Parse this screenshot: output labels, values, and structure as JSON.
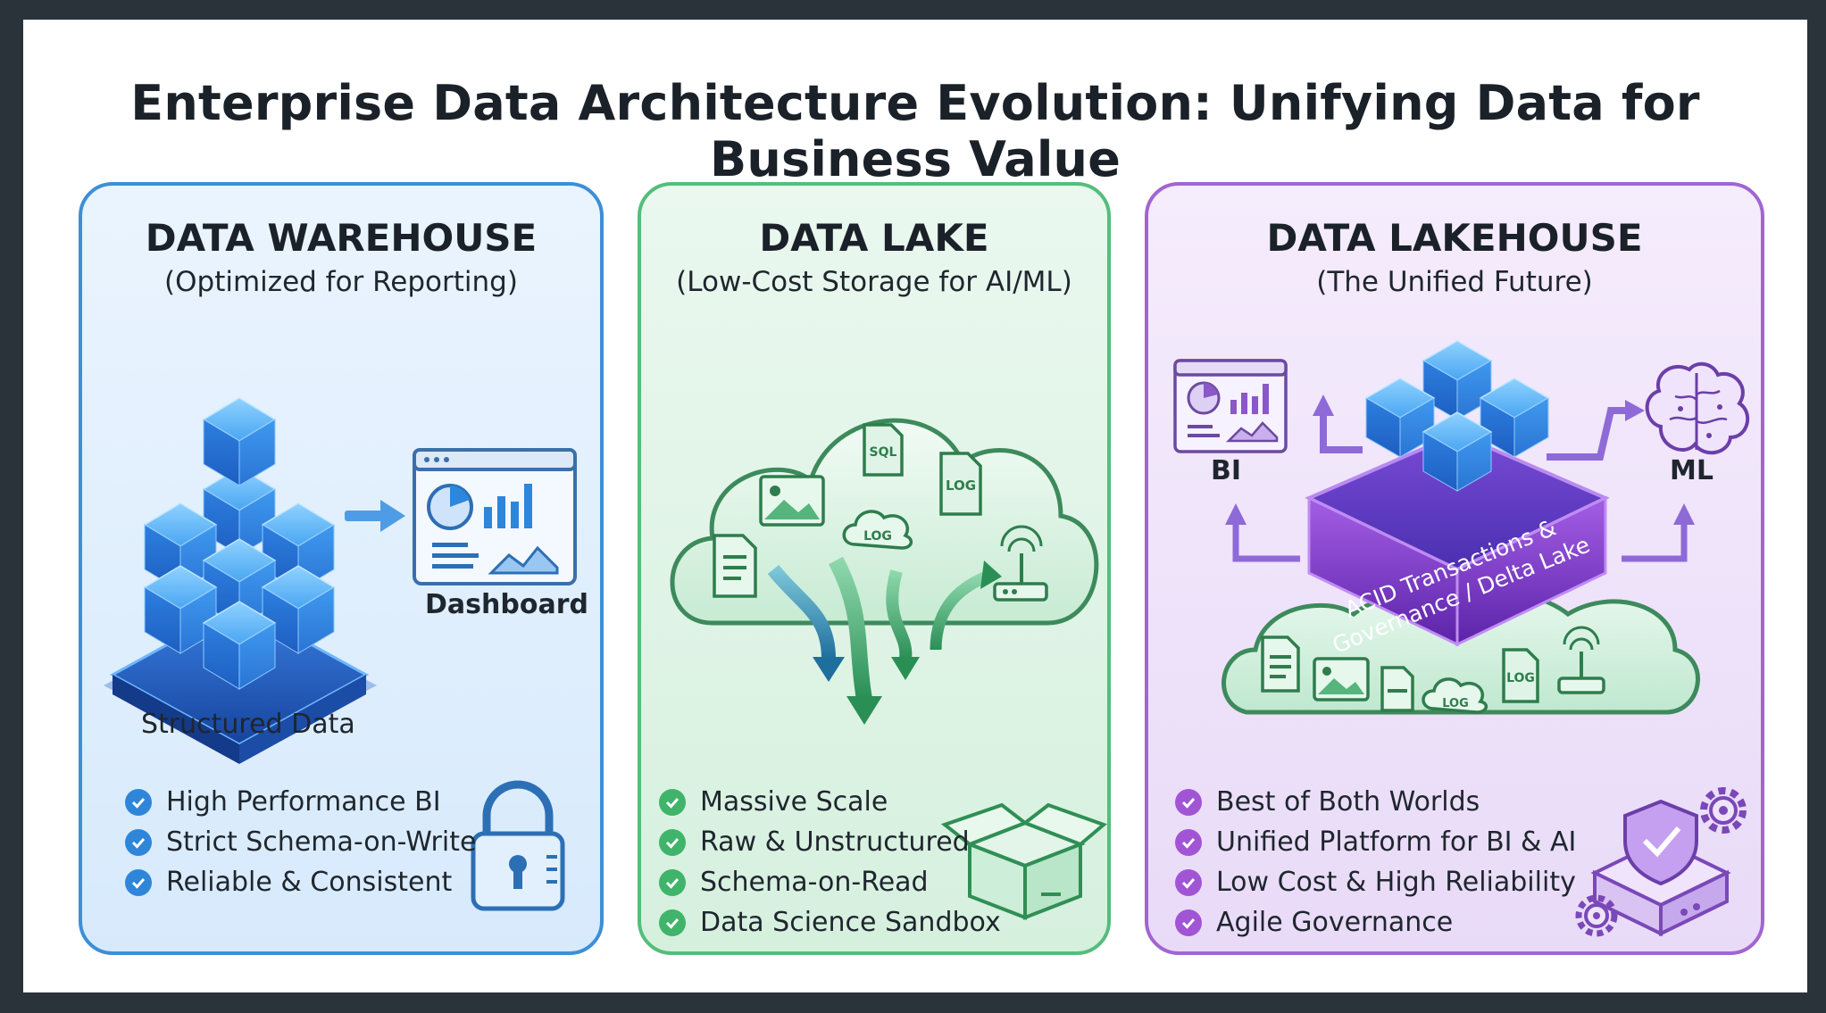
{
  "title": "Enterprise Data Architecture Evolution: Unifying Data for Business Value",
  "panels": {
    "warehouse": {
      "title": "DATA WAREHOUSE",
      "subtitle": "(Optimized for Reporting)",
      "dashboard_label": "Dashboard",
      "source_label": "Structured Data",
      "features": [
        "High Performance BI",
        "Strict Schema-on-Write",
        "Reliable & Consistent"
      ]
    },
    "lake": {
      "title": "DATA LAKE",
      "subtitle": "(Low-Cost Storage for AI/ML)",
      "file_labels": {
        "sql": "SQL",
        "log1": "LOG",
        "log2": "LOG"
      },
      "features": [
        "Massive Scale",
        "Raw & Unstructured",
        "Schema-on-Read",
        "Data Science Sandbox"
      ]
    },
    "lakehouse": {
      "title": "DATA LAKEHOUSE",
      "subtitle": "(The Unified Future)",
      "bi_label": "BI",
      "ml_label": "ML",
      "platform_line1": "ACID Transactions &",
      "platform_line2": "Governance / Delta Lake",
      "file_labels": {
        "log1": "LOG",
        "log2": "LOG"
      },
      "features": [
        "Best of Both Worlds",
        "Unified Platform for BI & AI",
        "Low Cost & High Reliability",
        "Agile Governance"
      ]
    }
  },
  "colors": {
    "warehouse_accent": "#2f86d9",
    "lake_accent": "#3fb46a",
    "lakehouse_accent": "#a155d4"
  }
}
